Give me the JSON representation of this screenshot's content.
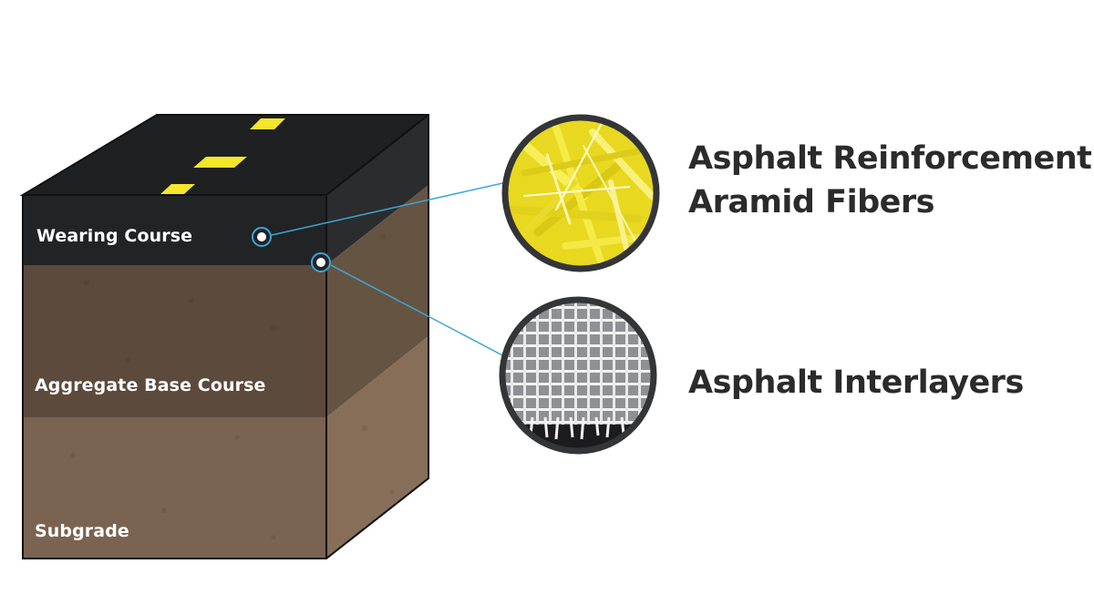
{
  "layers": {
    "wearing_course": "Wearing Course",
    "aggregate_base_course": "Aggregate Base Course",
    "subgrade": "Subgrade"
  },
  "callouts": {
    "fibers": {
      "line1": "Asphalt Reinforcement",
      "line2": "Aramid Fibers"
    },
    "interlayers": {
      "title": "Asphalt Interlayers"
    }
  },
  "colors": {
    "asphalt": "#222325",
    "asphalt_side": "#2b2c2e",
    "road_marking": "#f4e62a",
    "base_course_front": "#5c4a3d",
    "base_course_side": "#665443",
    "subgrade_front": "#7a6350",
    "subgrade_side": "#876e58",
    "callout_line": "#3aa7d8",
    "fiber_yellow": "#f0e43a",
    "title_text": "#2b2b2b"
  }
}
